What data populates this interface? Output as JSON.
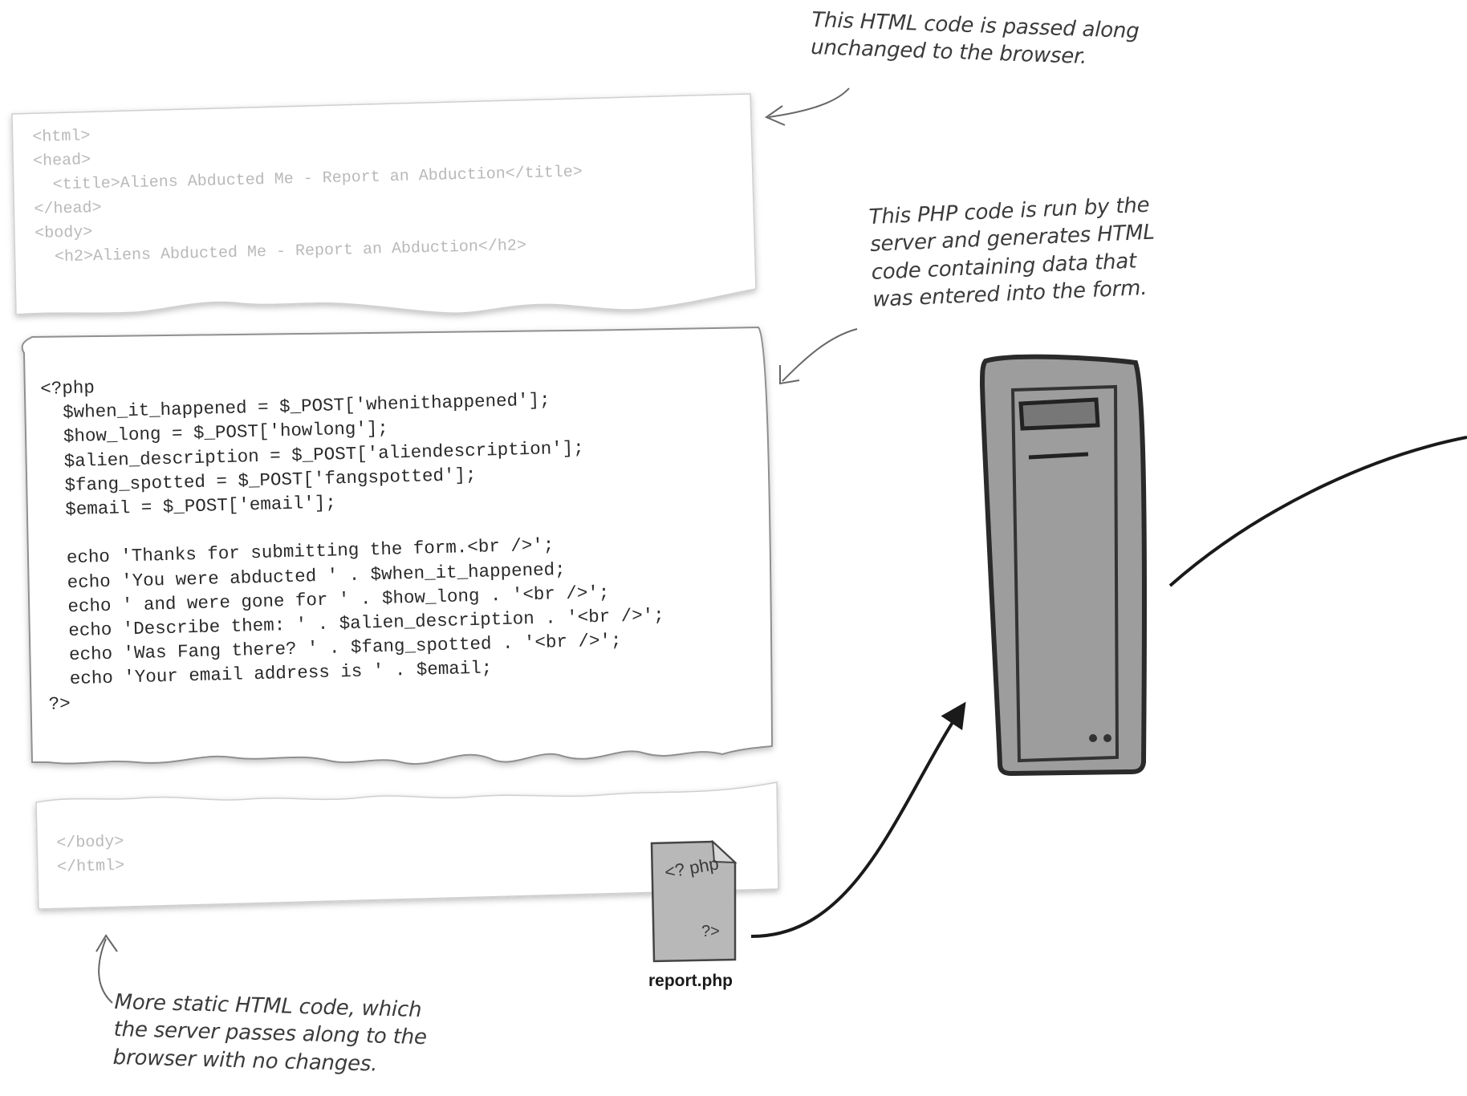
{
  "annotations": {
    "top": "This HTML code is passed along\nunchanged to the browser.",
    "middle": "This PHP code is run by the\nserver and generates HTML\ncode containing data that\nwas entered into the form.",
    "bottom": "More static HTML code, which\nthe server passes along to the\nbrowser with no changes."
  },
  "html_top_code": "<html>\n<head>\n  <title>Aliens Abducted Me - Report an Abduction</title>\n</head>\n<body>\n  <h2>Aliens Abducted Me - Report an Abduction</h2>",
  "php_code": "<?php\n  $when_it_happened = $_POST['whenithappened'];\n  $how_long = $_POST['howlong'];\n  $alien_description = $_POST['aliendescription'];\n  $fang_spotted = $_POST['fangspotted'];\n  $email = $_POST['email'];\n\n  echo 'Thanks for submitting the form.<br />';\n  echo 'You were abducted ' . $when_it_happened;\n  echo ' and were gone for ' . $how_long . '<br />';\n  echo 'Describe them: ' . $alien_description . '<br />';\n  echo 'Was Fang there? ' . $fang_spotted . '<br />';\n  echo 'Your email address is ' . $email;\n?>",
  "html_bottom_code": "</body>\n</html>",
  "file_icon": {
    "open_tag": "<? php",
    "close_tag": "?>",
    "label": "report.php"
  }
}
